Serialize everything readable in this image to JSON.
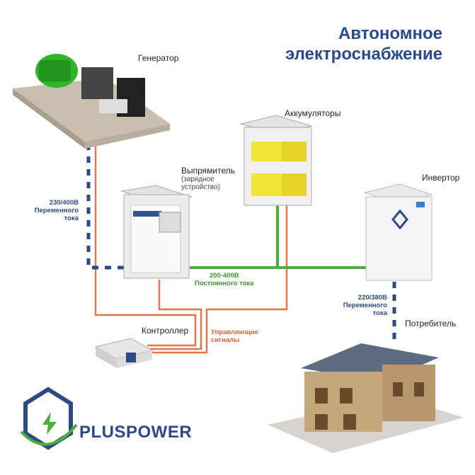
{
  "title": {
    "line1": "Автономное",
    "line2": "электроснабжение"
  },
  "components": {
    "generator": "Генератор",
    "batteries": "Аккумуляторы",
    "rectifier": "Выпрямитель",
    "rectifier_sub1": "(зарядное",
    "rectifier_sub2": "устройство)",
    "inverter": "Инвертор",
    "controller": "Контроллер",
    "consumer": "Потребитель"
  },
  "links": {
    "gen_ac": {
      "v": "230/400В",
      "l1": "Переменного",
      "l2": "тока"
    },
    "dc": {
      "v": "200-400В",
      "l1": "Постоянного тока"
    },
    "control": {
      "l1": "Управляющие",
      "l2": "сигналы"
    },
    "out_ac": {
      "v": "220/380В",
      "l1": "Переменного",
      "l2": "тока"
    }
  },
  "brand": {
    "name": "PLUSPOWER"
  },
  "colors": {
    "ac": "#2c4a86",
    "dc": "#4caf3a",
    "control": "#e8754a"
  }
}
